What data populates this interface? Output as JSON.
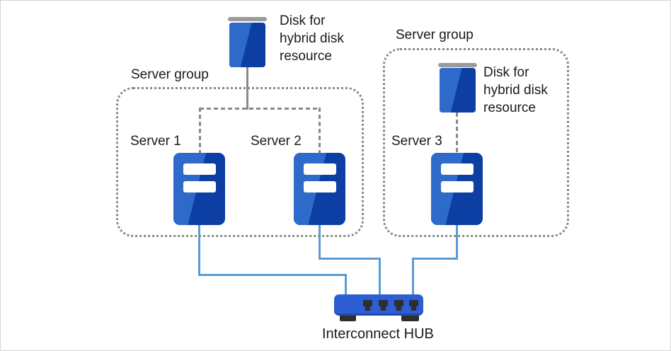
{
  "colors": {
    "frame-gray": "#d5d5d5",
    "ink": "#1a1a1a",
    "line-gray": "#8a8a8a",
    "bar-gray": "#9b9b9b",
    "icon-light": "#2e6ac9",
    "icon-dark": "#0d3ea3",
    "connector-blue": "#5b9bd5",
    "hub-blue": "#2e5ed3",
    "port-dark": "#2e2e2e"
  },
  "diagram": {
    "groups": [
      {
        "label": "Server group"
      },
      {
        "label": "Server group"
      }
    ],
    "servers": [
      {
        "label": "Server 1"
      },
      {
        "label": "Server 2"
      },
      {
        "label": "Server 3"
      }
    ],
    "disks": [
      {
        "lines": [
          "Disk for",
          "hybrid disk",
          "resource"
        ]
      },
      {
        "lines": [
          "Disk for",
          "hybrid disk",
          "resource"
        ]
      }
    ],
    "hub": {
      "label": "Interconnect HUB"
    }
  }
}
